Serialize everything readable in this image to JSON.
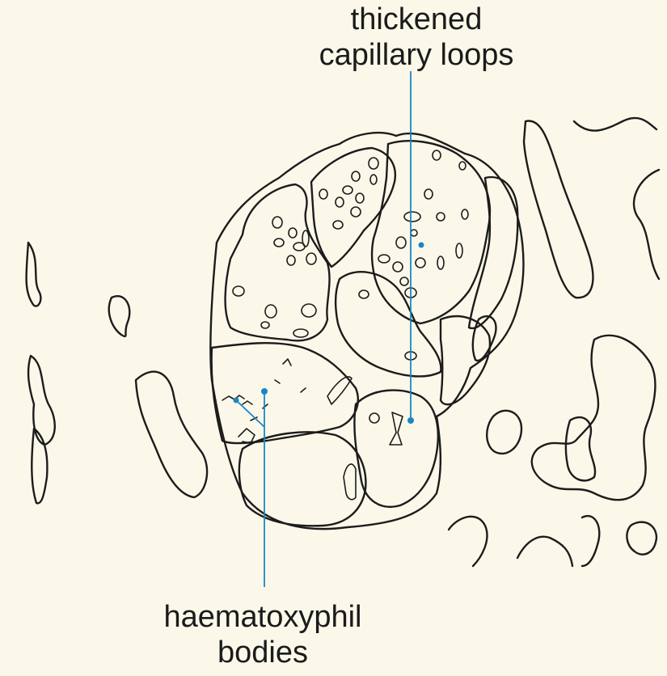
{
  "figure": {
    "labels": {
      "top_line1": "thickened",
      "top_line2": "capillary loops",
      "bottom_line1": "haematoxyphil",
      "bottom_line2": "bodies"
    },
    "colors": {
      "background": "#fbf8ea",
      "outline": "#1c1c1c",
      "leader": "#1a86c8"
    }
  }
}
